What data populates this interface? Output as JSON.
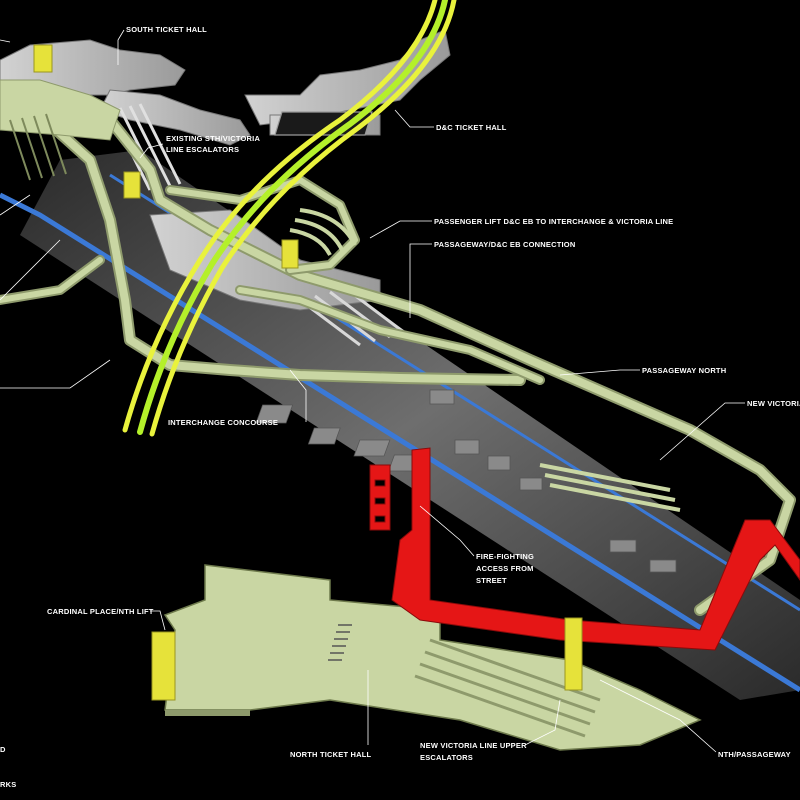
{
  "labels": {
    "south_ticket_hall": "SOUTH TICKET HALL",
    "existing_escalators_1": "EXISTING STH/VICTORIA",
    "existing_escalators_2": "LINE ESCALATORS",
    "dc_ticket_hall": "D&C TICKET HALL",
    "passenger_lift": "PASSENGER LIFT D&C EB TO INTERCHANGE & VICTORIA LINE",
    "passageway_dc": "PASSAGEWAY/D&C EB CONNECTION",
    "passageway_north": "PASSAGEWAY NORTH",
    "new_victoria_top": "NEW VICTORIA",
    "interchange_concourse": "INTERCHANGE CONCOURSE",
    "fire_fighting_1": "FIRE-FIGHTING",
    "fire_fighting_2": "ACCESS FROM",
    "fire_fighting_3": "STREET",
    "cardinal_place_lift": "CARDINAL PLACE/NTH LIFT",
    "north_ticket_hall": "NORTH TICKET HALL",
    "new_victoria_upper_1": "NEW VICTORIA LINE UPPER",
    "new_victoria_upper_2": "ESCALATORS",
    "nth_passageway": "NTH/PASSAGEWAY",
    "edge_d": "D",
    "edge_rks": "RKS"
  },
  "colors": {
    "background": "#000000",
    "passage_green": "#c9d6a3",
    "passage_edge": "#8e9a6c",
    "concourse_grey": "#bdbdbd",
    "platform_dark": "#5a5a5a",
    "track_blue": "#3b79d6",
    "line_green": "#b4f02a",
    "line_yellow": "#e9f23c",
    "lift_yellow": "#e6e23a",
    "fire_red": "#e51616",
    "label_white": "#ffffff"
  }
}
